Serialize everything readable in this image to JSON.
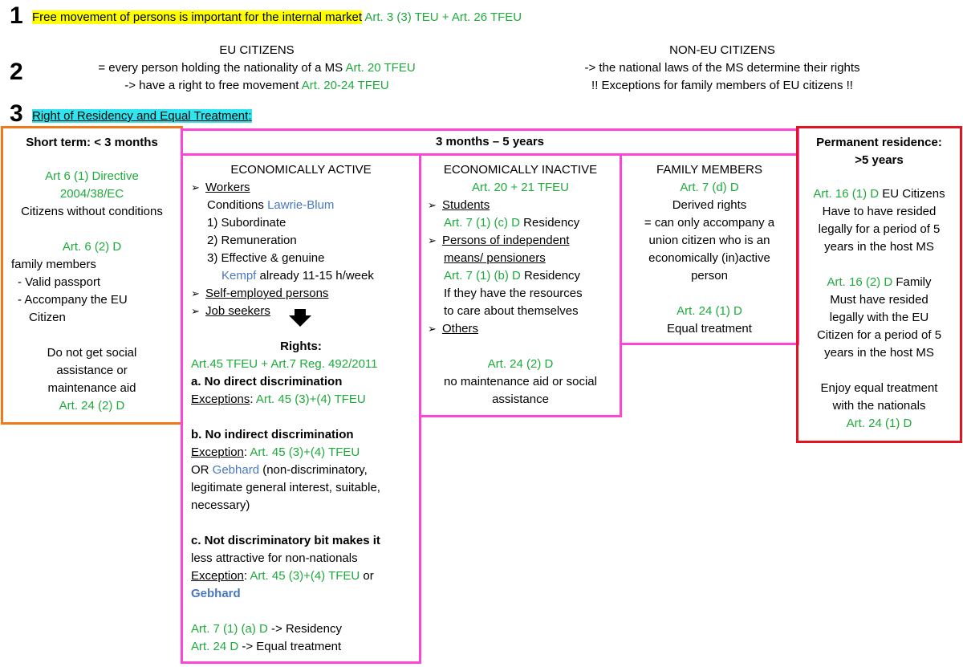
{
  "section1": {
    "number": "1",
    "highlight_text": "Free movement of persons is important for the internal market",
    "article": "Art. 3 (3) TEU + Art. 26 TFEU"
  },
  "section2": {
    "number": "2",
    "eu": {
      "title": "EU CITIZENS",
      "line1_text": "= every person holding the nationality of a MS",
      "line1_article": "Art. 20 TFEU",
      "line2_text": "-> have a right to free movement",
      "line2_article": "Art. 20-24 TFEU"
    },
    "non_eu": {
      "title": "NON-EU CITIZENS",
      "line1": "-> the national laws of the MS determine their rights",
      "line2": "!! Exceptions for family members of EU citizens  !!"
    }
  },
  "section3": {
    "number": "3",
    "title": "Right of Residency and Equal Treatment",
    "title_colon": ":"
  },
  "short_term": {
    "title": "Short term: < 3 months",
    "art1": "Art 6 (1) Directive",
    "art1b": "2004/38/EC",
    "text1": "Citizens without conditions",
    "art2": "Art. 6 (2) D",
    "text2": "family members",
    "item1": "- Valid passport",
    "item2": "- Accompany the EU",
    "item2b": "Citizen",
    "note1": "Do not get social",
    "note2": "assistance or",
    "note3": "maintenance aid",
    "art3": "Art. 24 (2) D"
  },
  "middle": {
    "title": "3 months – 5 years"
  },
  "active": {
    "title": "ECONOMICALLY ACTIVE",
    "workers": "Workers",
    "conditions": "Conditions",
    "lawrie": "Lawrie-Blum",
    "c1": "1)  Subordinate",
    "c2": "2)  Remuneration",
    "c3": "3)  Effective & genuine",
    "kempf": "Kempf",
    "kempf_text": " already 11-15 h/week",
    "self_employed": "Self-employed persons",
    "job_seekers": "Job seekers",
    "rights": "Rights:",
    "rights_art": "Art.45 TFEU + Art.7 Reg. 492/2011",
    "a_title": "a. No direct discrimination",
    "a_exc_label": "Exceptions",
    "a_exc_art": "Art. 45 (3)+(4) TFEU",
    "b_title": "b. No indirect discrimination",
    "b_exc_label": "Exception",
    "b_exc_art": "Art. 45 (3)+(4) TFEU",
    "b_or": "OR ",
    "gebhard": "Gebhard",
    "b_gebhard_text": " (non-discriminatory,",
    "b_line2": "legitimate general interest, suitable,",
    "b_line3": "necessary)",
    "c_line1": "c. Not discriminatory bit makes it",
    "c_line2": "less attractive for non-nationals",
    "c_exc_label": "Exception",
    "c_exc_art": "Art. 45 (3)+(4) TFEU",
    "c_or": " or",
    "c_gebhard": "Gebhard",
    "r1_art": "Art. 7 (1) (a) D",
    "r1_text": " -> Residency",
    "r2_art": "Art. 24 D",
    "r2_text": " -> Equal treatment"
  },
  "inactive": {
    "title": "ECONOMICALLY INACTIVE",
    "art": "Art. 20 + 21 TFEU",
    "students": "Students",
    "students_art": "Art.  7 (1) (c) D",
    "students_text": " Residency",
    "indep1": "Persons of independent",
    "indep2": "means/ pensioners",
    "indep_art": "Art. 7 (1) (b)  D",
    "indep_text": " Residency",
    "indep_cond1": "If they have the resources",
    "indep_cond2": "to care about themselves",
    "others": "Others",
    "art2": "Art. 24 (2) D",
    "note1": "no maintenance aid or social",
    "note2": "assistance"
  },
  "family": {
    "title": "FAMILY  MEMBERS",
    "art": "Art. 7 (d) D",
    "derived": "Derived rights",
    "l1": "= can only accompany a",
    "l2": "union citizen who is an",
    "l3": "economically (in)active",
    "l4": "person",
    "art2": "Art. 24 (1) D",
    "equal": "Equal treatment"
  },
  "permanent": {
    "title1": "Permanent residence:",
    "title2": ">5 years",
    "art1": "Art. 16 (1) D",
    "art1_text": " EU Citizens",
    "p1_l1": "Have to have resided",
    "p1_l2": "legally for a period of 5",
    "p1_l3": "years in the host MS",
    "art2": "Art. 16 (2) D",
    "art2_text": "  Family",
    "p2_l1": "Must have resided",
    "p2_l2": "legally with the EU",
    "p2_l3": "Citizen for a period of 5",
    "p2_l4": "years in the host MS",
    "p3_l1": "Enjoy equal treatment",
    "p3_l2": "with the nationals",
    "art3": "Art. 24 (1) D"
  },
  "colors": {
    "article_green": "#1faa3c",
    "case_blue": "#4a78c0",
    "orange_border": "#f07a1a",
    "magenta_border": "#ff44d8",
    "red_border": "#e3141e",
    "yellow_highlight": "#ffff00",
    "cyan_highlight": "#2ee6f0"
  }
}
